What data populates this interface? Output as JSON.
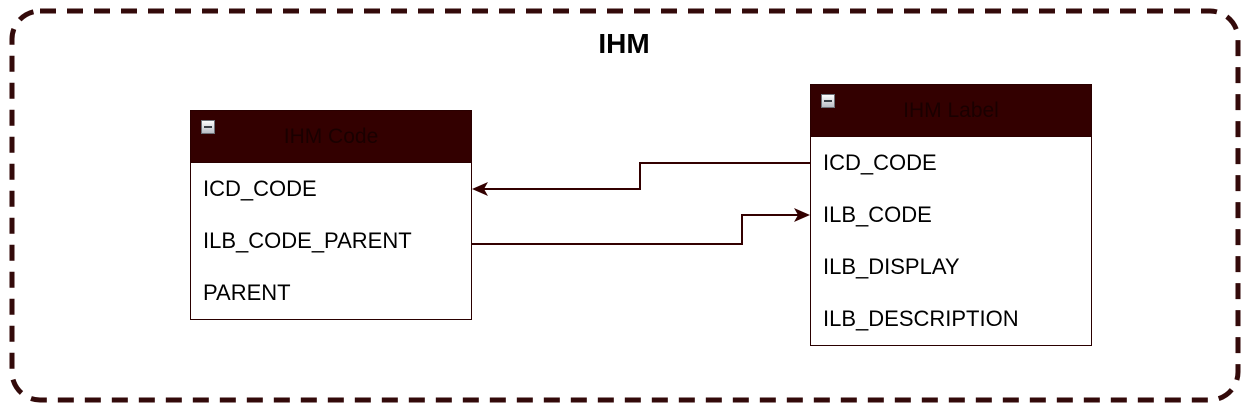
{
  "container": {
    "title": "IHM",
    "border_color": "#330a0a"
  },
  "tables": [
    {
      "title": "IHM Code",
      "header_color": "#330000",
      "fields": [
        "ICD_CODE",
        "ILB_CODE_PARENT",
        "PARENT"
      ]
    },
    {
      "title": "IHM Label",
      "header_color": "#330000",
      "fields": [
        "ICD_CODE",
        "ILB_CODE",
        "ILB_DISPLAY",
        "ILB_DESCRIPTION"
      ]
    }
  ],
  "relations": [
    {
      "from": "IHM Label.ICD_CODE",
      "to": "IHM Code.ICD_CODE"
    },
    {
      "from": "IHM Code.ILB_CODE_PARENT",
      "to": "IHM Label.ILB_CODE"
    }
  ],
  "icons": {
    "collapse": "minus-square-icon"
  },
  "colors": {
    "connector": "#330000",
    "frame": "#330a0a"
  }
}
